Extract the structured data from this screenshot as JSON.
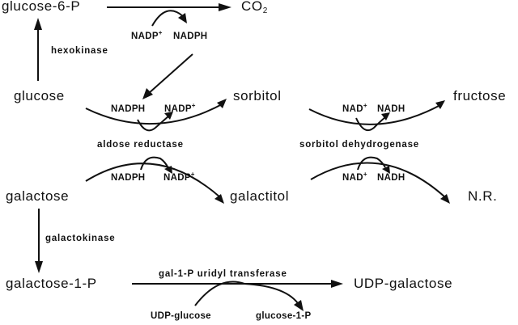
{
  "title": "Polyol and galactose metabolism pathways",
  "compounds": {
    "glucose_6_p": "glucose-6-P",
    "co2_main": "CO",
    "co2_sub": "2",
    "glucose": "glucose",
    "sorbitol": "sorbitol",
    "fructose": "fructose",
    "galactose": "galactose",
    "galactitol": "galactitol",
    "nr": "N.R.",
    "galactose_1_p": "galactose-1-P",
    "udp_galactose": "UDP-galactose",
    "udp_glucose": "UDP-glucose",
    "glucose_1_p": "glucose-1-P"
  },
  "enzymes": {
    "hexokinase": "hexokinase",
    "aldose_reductase": "aldose reductase",
    "sorbitol_dehydrogenase": "sorbitol dehydrogenase",
    "galactokinase": "galactokinase",
    "gal_1_p_uridyl_transferase": "gal-1-P uridyl transferase"
  },
  "cofactors": {
    "pentose_in": "NADP",
    "pentose_in_charge": "+",
    "pentose_out": "NADPH",
    "ar_glucose_in": "NADPH",
    "ar_glucose_out": "NADP",
    "ar_glucose_out_charge": "+",
    "ar_galactose_in": "NADPH",
    "ar_galactose_out": "NADP",
    "ar_galactose_out_charge": "+",
    "sdh_sorbitol_in": "NAD",
    "sdh_sorbitol_in_charge": "+",
    "sdh_sorbitol_out": "NADH",
    "sdh_galactitol_in": "NAD",
    "sdh_galactitol_in_charge": "+",
    "sdh_galactitol_out": "NADH"
  },
  "colors": {
    "ink": "#111111",
    "background": "#ffffff"
  }
}
